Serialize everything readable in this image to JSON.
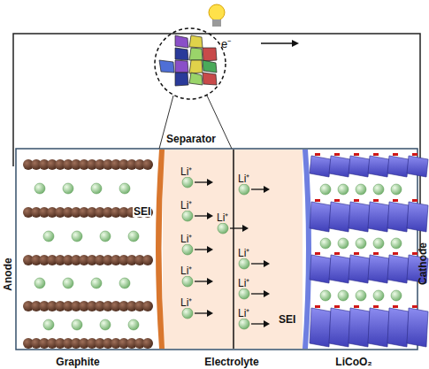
{
  "diagram": {
    "labels": [
      "e⁻",
      "Separator",
      "SEI",
      "SEI",
      "Li⁺",
      "Li⁺",
      "Li⁺",
      "Li⁺",
      "Li⁺",
      "Li⁺",
      "Li⁺",
      "Li⁺",
      "Li⁺",
      "Li⁺",
      "Anode",
      "Cathode",
      "Graphite",
      "Electrolyte",
      "LiCoO₂"
    ]
  }
}
